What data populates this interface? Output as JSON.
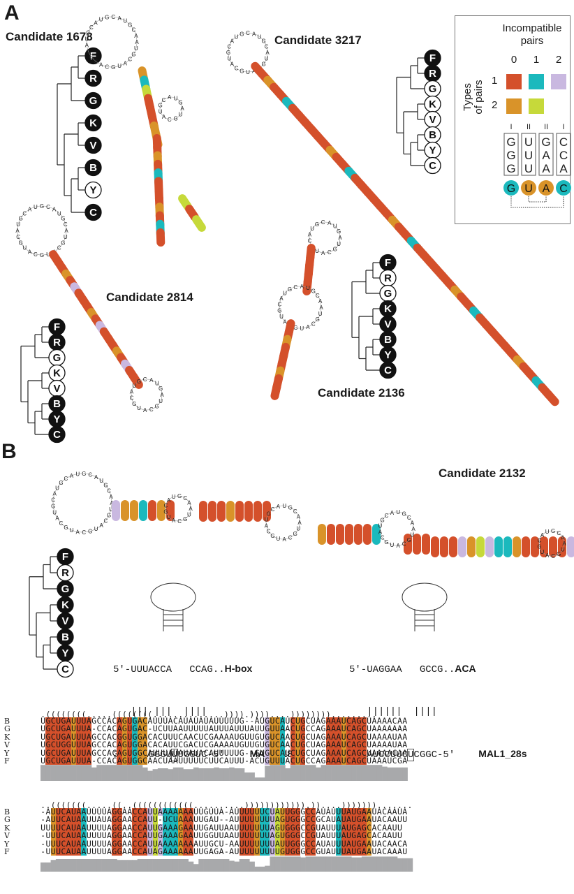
{
  "panels": {
    "a_label": "A",
    "b_label": "B"
  },
  "colors": {
    "type1_incompat0": "#d4502b",
    "type1_incompat1": "#1bb9bd",
    "type1_incompat2": "#c9b8e0",
    "type2_incompat0": "#d99329",
    "type2_incompat1": "#c6d93a",
    "conservation_bar": "#a8a9ab"
  },
  "legend": {
    "title_line1": "Incompatible",
    "title_line2": "pairs",
    "columns": [
      "0",
      "1",
      "2"
    ],
    "row_title_line1": "Types",
    "row_title_line2": "of pairs",
    "rows": [
      "1",
      "2"
    ],
    "example_types": [
      "I",
      "II",
      "II",
      "I"
    ],
    "example_columns": [
      [
        "G",
        "G",
        "G"
      ],
      [
        "U",
        "U",
        "U"
      ],
      [
        "G",
        "A",
        "A"
      ],
      [
        "C",
        "C",
        "A"
      ]
    ],
    "example_consensus": [
      "G",
      "U",
      "A",
      "C"
    ]
  },
  "candidates": [
    {
      "id": "cand-1678",
      "title": "Candidate 1678",
      "species": [
        {
          "n": "F",
          "filled": true
        },
        {
          "n": "R",
          "filled": true
        },
        {
          "n": "G",
          "filled": true
        },
        {
          "n": "K",
          "filled": true
        },
        {
          "n": "V",
          "filled": true
        },
        {
          "n": "B",
          "filled": true
        },
        {
          "n": "Y",
          "filled": false
        },
        {
          "n": "C",
          "filled": true
        }
      ]
    },
    {
      "id": "cand-3217",
      "title": "Candidate 3217",
      "species": [
        {
          "n": "F",
          "filled": true
        },
        {
          "n": "R",
          "filled": true
        },
        {
          "n": "G",
          "filled": false
        },
        {
          "n": "K",
          "filled": false
        },
        {
          "n": "V",
          "filled": false
        },
        {
          "n": "B",
          "filled": false
        },
        {
          "n": "Y",
          "filled": false
        },
        {
          "n": "C",
          "filled": false
        }
      ]
    },
    {
      "id": "cand-2814",
      "title": "Candidate 2814",
      "species": [
        {
          "n": "F",
          "filled": true
        },
        {
          "n": "R",
          "filled": true
        },
        {
          "n": "G",
          "filled": false
        },
        {
          "n": "K",
          "filled": false
        },
        {
          "n": "V",
          "filled": false
        },
        {
          "n": "B",
          "filled": true
        },
        {
          "n": "Y",
          "filled": true
        },
        {
          "n": "C",
          "filled": true
        }
      ]
    },
    {
      "id": "cand-2136",
      "title": "Candidate 2136",
      "species": [
        {
          "n": "F",
          "filled": true
        },
        {
          "n": "R",
          "filled": false
        },
        {
          "n": "G",
          "filled": false
        },
        {
          "n": "K",
          "filled": true
        },
        {
          "n": "V",
          "filled": true
        },
        {
          "n": "B",
          "filled": true
        },
        {
          "n": "Y",
          "filled": true
        },
        {
          "n": "C",
          "filled": true
        }
      ]
    },
    {
      "id": "cand-2132",
      "title": "Candidate 2132",
      "species": [
        {
          "n": "F",
          "filled": true
        },
        {
          "n": "R",
          "filled": false
        },
        {
          "n": "G",
          "filled": true
        },
        {
          "n": "K",
          "filled": true
        },
        {
          "n": "V",
          "filled": true
        },
        {
          "n": "B",
          "filled": true
        },
        {
          "n": "Y",
          "filled": true
        },
        {
          "n": "C",
          "filled": false
        }
      ]
    }
  ],
  "hybrids": [
    {
      "top": "5′-UUUACCA   CCAG..",
      "top_label": "H-box",
      "pairs": "   ||| |||  ||||",
      "bottom_pre": "3′-AAAGGGU",
      "bottom_boxed": "U",
      "bottom_post": "UGGUC-5′",
      "bottom_label": "MAL1_18s"
    },
    {
      "top": "5′-UAGGAA   GCCG..",
      "top_label": "ACA",
      "pairs": "   ||||||  ||||",
      "bottom_pre": "3′-AUCCUUC",
      "bottom_boxed": "U",
      "bottom_post": "CGGC-5′",
      "bottom_label": "MAL1_28s"
    }
  ],
  "alignment_blocks": [
    {
      "structure": ".((((((((.....((((((((..............)))).))))....)))))))).........",
      "species": [
        "B",
        "G",
        "K",
        "V",
        "Y",
        "F"
      ],
      "rows": [
        "UGCUGAUUUAGCCACAGUGACAUUUACAUAUAUAUUUUUG--AUGUCAUCUGCUAGAAAUCAGCUAAAACAA",
        "UGCUGAUUUA-CCACAGUGAC-UCUUAAUUUUUAUUUAUUUAUUGUUAACUGCCAGAAAUCAGCUAAAAAAA",
        "UGCUGAUUUAGCCACGGUGGACACUUUCAACUCGAAAAUGUUGUGUCAACUGCUAGAAAUCAGCUAAAAUAA",
        "UGCUGGUUUAGCCACAGUGGACACAUUCGACUCGAAAAUGUUGUGUCAACUGCUAGAAAUCAGCUAAAAUAA",
        "UGCUGAUUUAGCCACAGUGGCAUUUAUAUAUACAUUUUUG--GUGUCAUCUGCUAGAAAUCAGCUAAAACAA",
        "UGCUGAUUUA-CCACAGUGGCAACUAAUUUUUCUUCAUUU-ACUGUUUACUGCCAGAAAUCAGCUAAAUCGA"
      ],
      "conservation": [
        0.95,
        0.95,
        0.95,
        0.95,
        0.95,
        0.95,
        0.95,
        0.95,
        0.95,
        0.95,
        0.8,
        0.95,
        0.95,
        0.95,
        0.95,
        0.95,
        0.95,
        0.95,
        0.95,
        0.95,
        0.8,
        0.6,
        0.7,
        0.75,
        0.75,
        0.7,
        0.8,
        0.8,
        0.7,
        0.7,
        0.8,
        0.75,
        0.75,
        0.75,
        0.8,
        0.75,
        0.75,
        0.8,
        0.75,
        0.75,
        0.5,
        0.5,
        0.2,
        0.2,
        0.9,
        0.95,
        0.95,
        0.95,
        0.75,
        0.95,
        0.95,
        0.95,
        0.95,
        0.95,
        0.8,
        0.95,
        0.95,
        0.95,
        0.95,
        0.95,
        0.95,
        0.95,
        0.95,
        0.95,
        0.95,
        0.95,
        0.95,
        0.85,
        0.8,
        0.8,
        0.8,
        0.8
      ]
    },
    {
      "structure": "..(((((((.....((..((((((((((((..........)))))))))))).))....))))))).......",
      "species": [
        "B",
        "G",
        "K",
        "V",
        "Y",
        "F"
      ],
      "rows": [
        "-AUUCAUAAUUUUAGGAACCAUUAAAAAAAUUGUUA-AUUUUUUCUAUUGGGCCAUAUUUAUGAAUACAAUA",
        "-AUUCAUAAUUAUAGGAACCAUU-UCUAAAUUGAU--AUUUUUUUUAGUGGGCCGCAUAUAUGAAUACAAUU",
        "UUUUCAUAAUUUUAGGAACCAUUGAAAGAAUUGAUUAAUUUUUUUAGUGGGCCGUAUUUAUGAGCACAAUU",
        "-UUUCAUAAUUUUAGGAACCAUUGAAAGAAUUGGUUAAUUUUUUUAGUGGGCCGUAUUUAUGAGCACAAUU",
        "-UUUCAUAAUUUUAGGAACCAUUAAAAAAAAUUGCU-AAUUUUUUUAUUGGGCCAUAUUUAUGAAUACAACA",
        "-UUUCAUAAUUUUAGGAACCAUAGAAAAAAUUGAGA-AUUUUUUUUUGUGGGCCGUAUUUAUGAAUACAAAU"
      ],
      "conservation": [
        0.55,
        0.55,
        0.7,
        0.75,
        0.75,
        0.75,
        0.75,
        0.75,
        0.75,
        0.75,
        0.75,
        0.75,
        0.75,
        0.75,
        0.75,
        0.7,
        0.7,
        0.7,
        0.7,
        0.75,
        0.75,
        0.75,
        0.75,
        0.75,
        0.75,
        0.75,
        0.75,
        0.75,
        0.75,
        0.6,
        0.45,
        0.75,
        0.75,
        0.75,
        0.75,
        0.75,
        0.75,
        0.65,
        0.6,
        0.75,
        0.75,
        0.6,
        0.3,
        0.3,
        0.35,
        0.9,
        0.9,
        0.9,
        0.9,
        0.9,
        0.9,
        0.85,
        0.9,
        0.9,
        0.9,
        0.9,
        0.9,
        0.9,
        0.9,
        0.9,
        0.9,
        0.85,
        0.85,
        0.9,
        0.9,
        0.9,
        0.9,
        0.9,
        0.9,
        0.9,
        0.8,
        0.8,
        0.8
      ]
    }
  ]
}
